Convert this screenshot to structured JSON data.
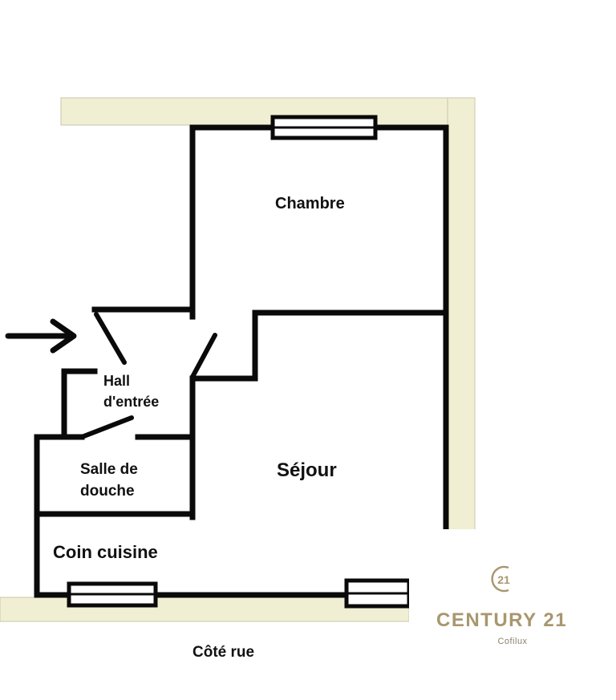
{
  "rooms": {
    "chambre": "Chambre",
    "hall_line1": "Hall",
    "hall_line2": "d'entrée",
    "salle_line1": "Salle de",
    "salle_line2": "douche",
    "sejour": "Séjour",
    "cuisine": "Coin cuisine"
  },
  "street_label": "Côté rue",
  "logo": {
    "brand": "CENTURY 21",
    "subtitle": "Cofilux",
    "seal_text": "21"
  },
  "icons": {
    "entry": "entry-arrow-icon"
  },
  "colors": {
    "wall": "#0a0a0a",
    "surrounding_wall": "#f1efd3",
    "brand_gold": "#a8976e"
  }
}
